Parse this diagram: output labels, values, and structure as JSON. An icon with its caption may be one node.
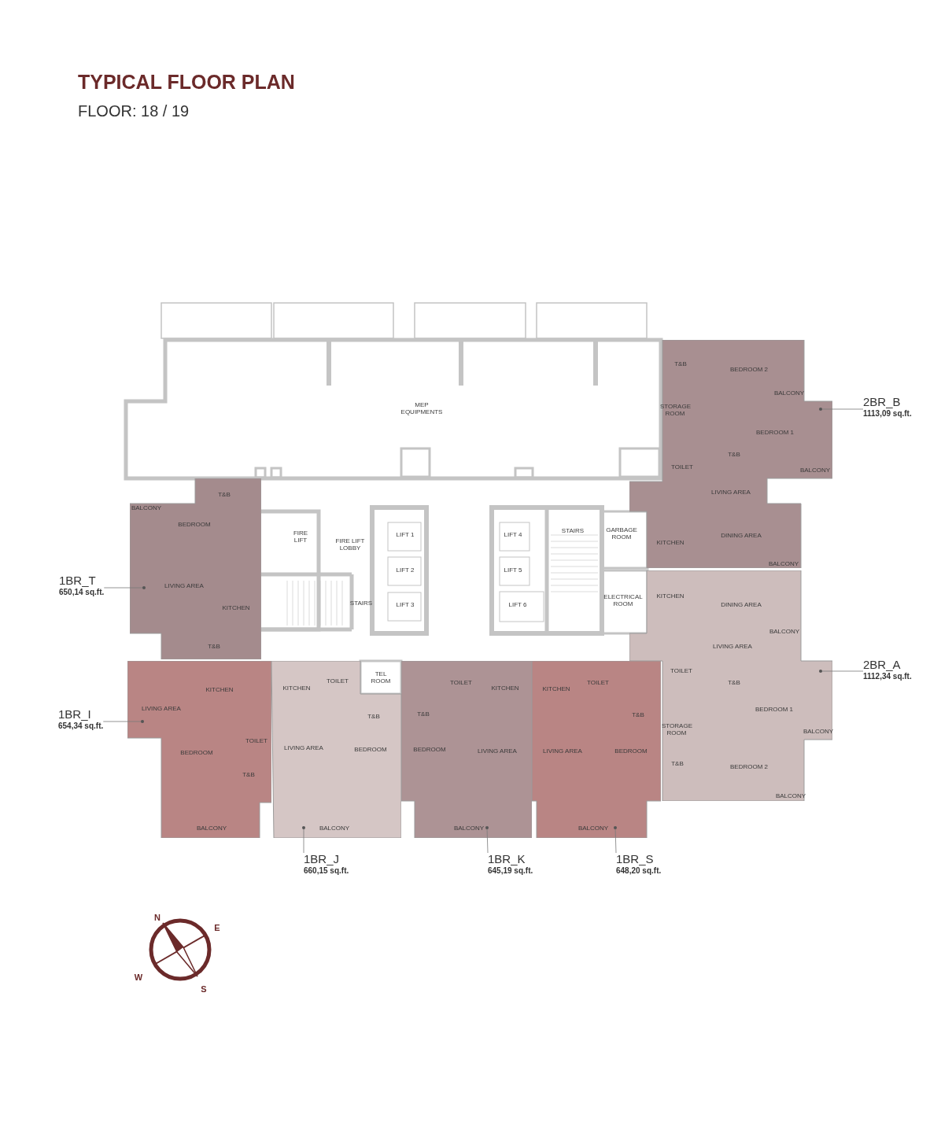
{
  "diagram": {
    "title": "TYPICAL FLOOR PLAN",
    "nodes": [
      {
        "text": [],
        "shape": "box"
      },
      {
        "text": [
          "2BR_B",
          "1113,09 sq.ft."
        ]
      },
      {
        "text": [],
        "shape": "box"
      },
      {
        "text": [
          "1BR_T",
          "650,14 sq.ft."
        ]
      },
      {
        "text": [],
        "shape": "box"
      },
      {
        "text": [
          "2BR_A",
          "1112,34 sq.ft."
        ]
      },
      {
        "text": [],
        "shape": "box"
      },
      {
        "text": [
          "1BR_I",
          "654,34 sq.ft."
        ]
      },
      {
        "text": [],
        "shape": "box"
      },
      {
        "text": [
          "1BR_J",
          "660,15 sq.ft."
        ]
      },
      {
        "text": [],
        "shape": "box"
      },
      {
        "text": [
          "1BR_K",
          "645,19 sq.ft."
        ]
      },
      {
        "text": [],
        "shape": "box"
      },
      {
        "text": [
          "1BR_S",
          "648,20 sq.ft."
        ]
      }
    ],
    "edges": [
      {
        "from": 1,
        "to": 0,
        "arrow": "other"
      },
      {
        "from": 3,
        "to": 2,
        "arrow": "other"
      },
      {
        "from": 5,
        "to": 4,
        "arrow": "other"
      },
      {
        "from": 7,
        "to": 6,
        "arrow": "other"
      },
      {
        "from": 9,
        "to": 8,
        "arrow": "other"
      },
      {
        "from": 11,
        "to": 10,
        "arrow": "other"
      },
      {
        "from": 13,
        "to": 12,
        "arrow": "other"
      }
    ],
    "labels": [
      "FLOOR: 18 / 19",
      "T&B",
      "BEDROOM 2",
      "BALCONY",
      "MEP EQUIPMENTS",
      "STORAGE ROOM",
      "BEDROOM 1",
      "T&B",
      "TOILET",
      "BALCONY",
      "T&B",
      "LIVING AREA",
      "BALCONY",
      "BEDROOM",
      "FIRE LIFT",
      "FIRE LIFT LOBBY",
      "LIFT 1",
      "LIFT 4",
      "STAIRS",
      "GARBAGE ROOM",
      "KITCHEN",
      "DINING AREA",
      "BALCONY",
      "LIFT 2",
      "LIFT 5",
      "LIVING AREA",
      "KITCHEN",
      "STAIRS",
      "LIFT 3",
      "LIFT 6",
      "ELECTRICAL ROOM",
      "KITCHEN",
      "DINING AREA",
      "BALCONY",
      "T&B",
      "LIVING AREA",
      "KITCHEN",
      "KITCHEN",
      "TOILET",
      "TEL ROOM",
      "TOILET",
      "KITCHEN",
      "KITCHEN",
      "TOILET",
      "TOILET",
      "T&B",
      "LIVING AREA",
      "T&B",
      "T&B",
      "T&B",
      "BEDROOM 1",
      "STORAGE ROOM",
      "BALCONY",
      "BEDROOM",
      "TOILET",
      "LIVING AREA",
      "BEDROOM",
      "BEDROOM",
      "LIVING AREA",
      "LIVING AREA",
      "BEDROOM",
      "T&B",
      "T&B",
      "BEDROOM 2",
      "BALCONY",
      "BALCONY",
      "BALCONY",
      "BALCONY",
      "BALCONY",
      "N",
      "E",
      "W",
      "S"
    ]
  }
}
